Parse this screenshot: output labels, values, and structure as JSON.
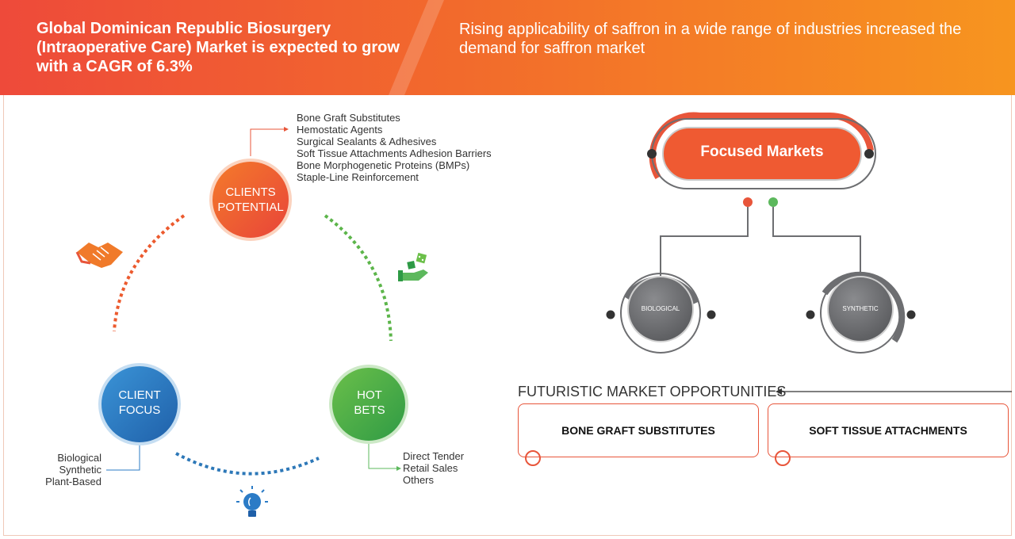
{
  "header": {
    "title": "Global Dominican Republic Biosurgery (Intraoperative Care) Market is expected to grow with a CAGR of 6.3%",
    "subtitle": "Rising applicability of saffron in a wide range of industries increased the demand for saffron market"
  },
  "clients_potential": {
    "label_line1": "CLIENTS",
    "label_line2": "POTENTIAL",
    "items": [
      "Bone Graft Substitutes",
      "Hemostatic Agents",
      "Surgical Sealants & Adhesives",
      "Soft Tissue Attachments Adhesion Barriers",
      "Bone Morphogenetic Proteins (BMPs)",
      "Staple-Line Reinforcement"
    ]
  },
  "client_focus": {
    "label_line1": "CLIENT",
    "label_line2": "FOCUS",
    "items": [
      "Biological",
      "Synthetic",
      "Plant-Based"
    ]
  },
  "hot_bets": {
    "label_line1": "HOT",
    "label_line2": "BETS",
    "items": [
      "Direct Tender",
      "Retail Sales",
      "Others"
    ]
  },
  "focused_markets": {
    "title": "Focused Markets",
    "segments": [
      "BIOLOGICAL",
      "SYNTHETIC"
    ]
  },
  "opportunities": {
    "title": "FUTURISTIC MARKET OPPORTUNITIES",
    "boxes": [
      "BONE GRAFT SUBSTITUTES",
      "SOFT TISSUE ATTACHMENTS"
    ]
  },
  "colors": {
    "accent": "#f26522",
    "red": "#e8553a",
    "blue": "#2b7bc6",
    "green": "#5cb85c",
    "dark_grey": "#6d6e71"
  }
}
